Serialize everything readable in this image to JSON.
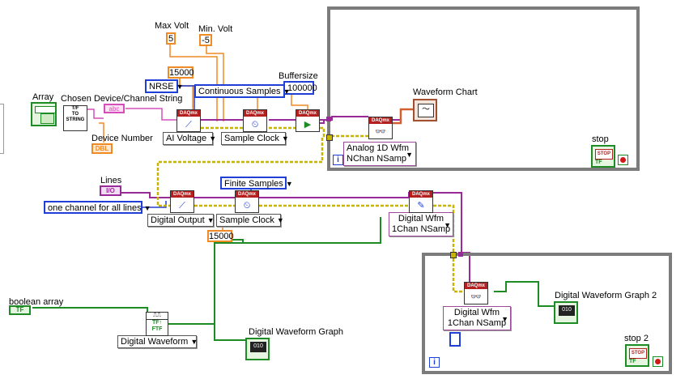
{
  "labels": {
    "max_volt": "Max Volt",
    "min_volt": "Min. Volt",
    "buffersize": "Buffersize",
    "array": "Array",
    "chosen_device": "Chosen Device/Channel String",
    "device_number": "Device Number",
    "waveform_chart": "Waveform Chart",
    "stop": "stop",
    "lines": "Lines",
    "boolean_array": "boolean array",
    "digital_waveform_graph": "Digital Waveform Graph",
    "digital_waveform_graph_2": "Digital Waveform Graph 2",
    "stop_2": "stop 2"
  },
  "constants": {
    "max_volt": "5",
    "min_volt": "-5",
    "rate_top": "15000",
    "buffersize": "100000",
    "rate_bottom": "15000"
  },
  "rings": {
    "nrse": "NRSE",
    "continuous_samples": "Continuous Samples",
    "ai_voltage": "AI Voltage",
    "sample_clock_top": "Sample Clock",
    "analog_wfm_line1": "Analog 1D Wfm",
    "analog_wfm_line2": "NChan NSamp",
    "finite_samples": "Finite Samples",
    "one_channel": "one channel for all lines",
    "digital_output": "Digital Output",
    "sample_clock_bottom": "Sample Clock",
    "digital_wfm_line1": "Digital Wfm",
    "digital_wfm_line2": "1Chan NSamp",
    "digital_wfm2_line1": "Digital Wfm",
    "digital_wfm2_line2": "1Chan NSamp",
    "digital_waveform": "Digital Waveform"
  },
  "terminals": {
    "lines_ind": "I/O",
    "abc": "abc",
    "dbl": "DBL",
    "tf": "TF",
    "stop_btn": "STOP",
    "iter": "i",
    "daqmx": "DAQmx",
    "to_string": "T/F\nTO\nSTRING"
  },
  "colors": {
    "wire_orange": "#f08a24",
    "wire_blue": "#1f3fd6",
    "wire_green": "#1e8c24",
    "wire_purple": "#9a2a9a",
    "wire_yellow": "#c8b400",
    "loop_gray": "#7c7c7c",
    "daqmx_red": "#b42020"
  }
}
